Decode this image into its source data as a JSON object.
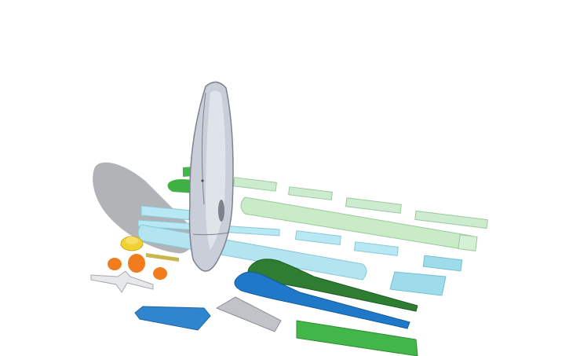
{
  "app": {
    "title": ""
  },
  "viewport": {
    "view": "3d-design-workplane",
    "background": "#ffffff",
    "text": "",
    "parts": [
      {
        "name": "fuselage",
        "color": "#c9ced8"
      },
      {
        "name": "fuselage-shadow",
        "color": "#9ea0a4"
      },
      {
        "name": "light-green-strip-1",
        "color": "#cdeccf"
      },
      {
        "name": "light-green-strip-2",
        "color": "#cdeccf"
      },
      {
        "name": "light-green-strip-3",
        "color": "#cdeccf"
      },
      {
        "name": "light-green-strip-4",
        "color": "#cdeccf"
      },
      {
        "name": "light-green-wing-panel",
        "color": "#c9ebc8"
      },
      {
        "name": "light-blue-strip-1",
        "color": "#b8e8f3"
      },
      {
        "name": "light-blue-strip-2",
        "color": "#b8e8f3"
      },
      {
        "name": "light-blue-strip-3",
        "color": "#b8e8f3"
      },
      {
        "name": "light-blue-strip-4",
        "color": "#b8e8f3"
      },
      {
        "name": "light-blue-wing-panel",
        "color": "#b4e4f0"
      },
      {
        "name": "light-blue-small-panel",
        "color": "#9fdceb"
      },
      {
        "name": "dark-green-blade",
        "color": "#2e7d32"
      },
      {
        "name": "blue-blade",
        "color": "#1f78c8"
      },
      {
        "name": "green-tail-plate",
        "color": "#43b649"
      },
      {
        "name": "blue-tail-plate",
        "color": "#2f86cf"
      },
      {
        "name": "grey-triangle-frame",
        "color": "#c0c4c9"
      },
      {
        "name": "white-propeller",
        "color": "#e7e8ea"
      },
      {
        "name": "yellow-knob",
        "color": "#f2d233"
      },
      {
        "name": "orange-wheels",
        "color": "#f07c1e"
      },
      {
        "name": "olive-strut",
        "color": "#c9b74e"
      },
      {
        "name": "green-small-plates",
        "color": "#43b649"
      }
    ]
  }
}
